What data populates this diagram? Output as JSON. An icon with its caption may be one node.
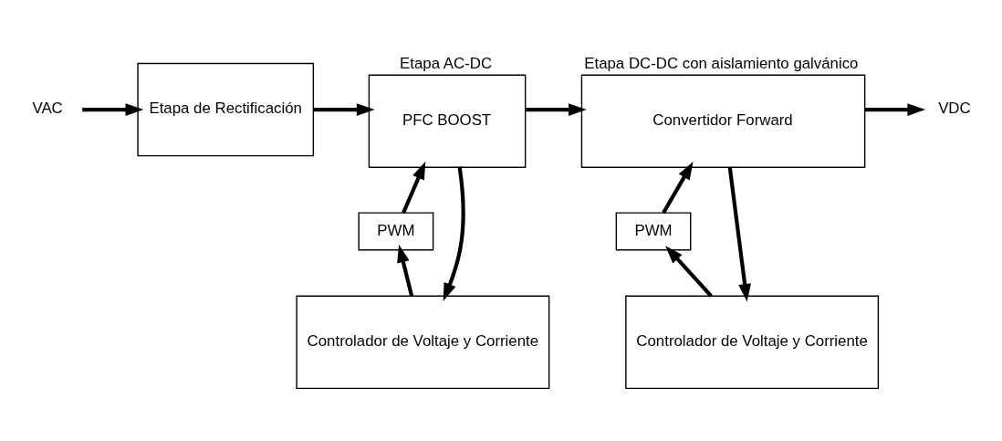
{
  "diagram": {
    "nodes": [
      {
        "text": [
          "VAC"
        ]
      },
      {
        "text": [
          "Etapa de Rectificación"
        ]
      },
      {
        "text": [
          "PFC BOOST"
        ],
        "beside": [
          "Etapa AC-DC"
        ]
      },
      {
        "text": [
          "Convertidor Forward"
        ],
        "beside": [
          "Etapa DC-DC con aislamiento galvánico"
        ]
      },
      {
        "text": [
          "VDC"
        ]
      },
      {
        "text": [
          "PWM"
        ]
      },
      {
        "text": [
          "Controlador de Voltaje y Corriente"
        ]
      },
      {
        "text": [
          "PWM"
        ]
      },
      {
        "text": [
          "Controlador de Voltaje y Corriente"
        ]
      }
    ],
    "edges": [
      {
        "from": 0,
        "to": 1,
        "arrow": "to"
      },
      {
        "from": 1,
        "to": 2,
        "arrow": "to"
      },
      {
        "from": 2,
        "to": 3,
        "arrow": "to"
      },
      {
        "from": 3,
        "to": 4,
        "arrow": "to"
      },
      {
        "from": 2,
        "to": 6,
        "arrow": "to"
      },
      {
        "from": 6,
        "to": 5,
        "arrow": "to"
      },
      {
        "from": 5,
        "to": 2,
        "arrow": "to"
      },
      {
        "from": 3,
        "to": 8,
        "arrow": "to"
      },
      {
        "from": 8,
        "to": 7,
        "arrow": "to"
      },
      {
        "from": 7,
        "to": 3,
        "arrow": "to"
      }
    ]
  }
}
